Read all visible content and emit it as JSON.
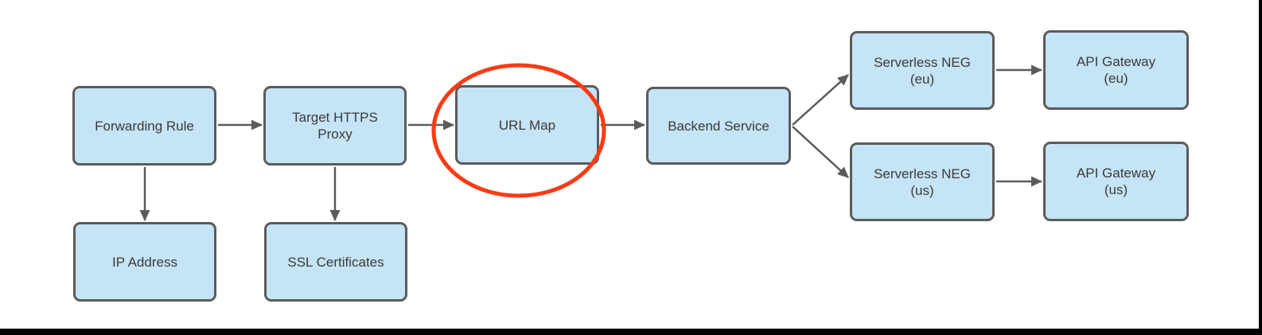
{
  "diagram": {
    "nodes": [
      {
        "id": "forwarding-rule",
        "label": "Forwarding Rule",
        "lines": [
          "Forwarding Rule"
        ]
      },
      {
        "id": "target-https-proxy",
        "label": "Target HTTPS Proxy",
        "lines": [
          "Target HTTPS",
          "Proxy"
        ]
      },
      {
        "id": "url-map",
        "label": "URL Map",
        "lines": [
          "URL Map"
        ],
        "highlighted": true
      },
      {
        "id": "backend-service",
        "label": "Backend Service",
        "lines": [
          "Backend Service"
        ]
      },
      {
        "id": "serverless-neg-eu",
        "label": "Serverless NEG (eu)",
        "lines": [
          "Serverless NEG",
          "(eu)"
        ]
      },
      {
        "id": "api-gateway-eu",
        "label": "API Gateway (eu)",
        "lines": [
          "API Gateway",
          "(eu)"
        ]
      },
      {
        "id": "serverless-neg-us",
        "label": "Serverless NEG (us)",
        "lines": [
          "Serverless NEG",
          "(us)"
        ]
      },
      {
        "id": "api-gateway-us",
        "label": "API Gateway (us)",
        "lines": [
          "API Gateway",
          "(us)"
        ]
      },
      {
        "id": "ip-address",
        "label": "IP Address",
        "lines": [
          "IP Address"
        ]
      },
      {
        "id": "ssl-certificates",
        "label": "SSL Certificates",
        "lines": [
          "SSL Certificates"
        ]
      }
    ],
    "edges": [
      {
        "from": "forwarding-rule",
        "to": "target-https-proxy"
      },
      {
        "from": "target-https-proxy",
        "to": "url-map"
      },
      {
        "from": "url-map",
        "to": "backend-service"
      },
      {
        "from": "backend-service",
        "to": "serverless-neg-eu"
      },
      {
        "from": "backend-service",
        "to": "serverless-neg-us"
      },
      {
        "from": "serverless-neg-eu",
        "to": "api-gateway-eu"
      },
      {
        "from": "serverless-neg-us",
        "to": "api-gateway-us"
      },
      {
        "from": "forwarding-rule",
        "to": "ip-address"
      },
      {
        "from": "target-https-proxy",
        "to": "ssl-certificates"
      }
    ],
    "annotation": {
      "shape": "ellipse",
      "target": "url-map",
      "color": "#F93B16"
    },
    "colors": {
      "node_fill": "#C5E4F5",
      "node_border": "#5B5B5B",
      "arrow": "#5B5B5B",
      "text": "#3A3A3A",
      "highlight_ellipse": "#F93B16",
      "frame": "#000000"
    }
  }
}
